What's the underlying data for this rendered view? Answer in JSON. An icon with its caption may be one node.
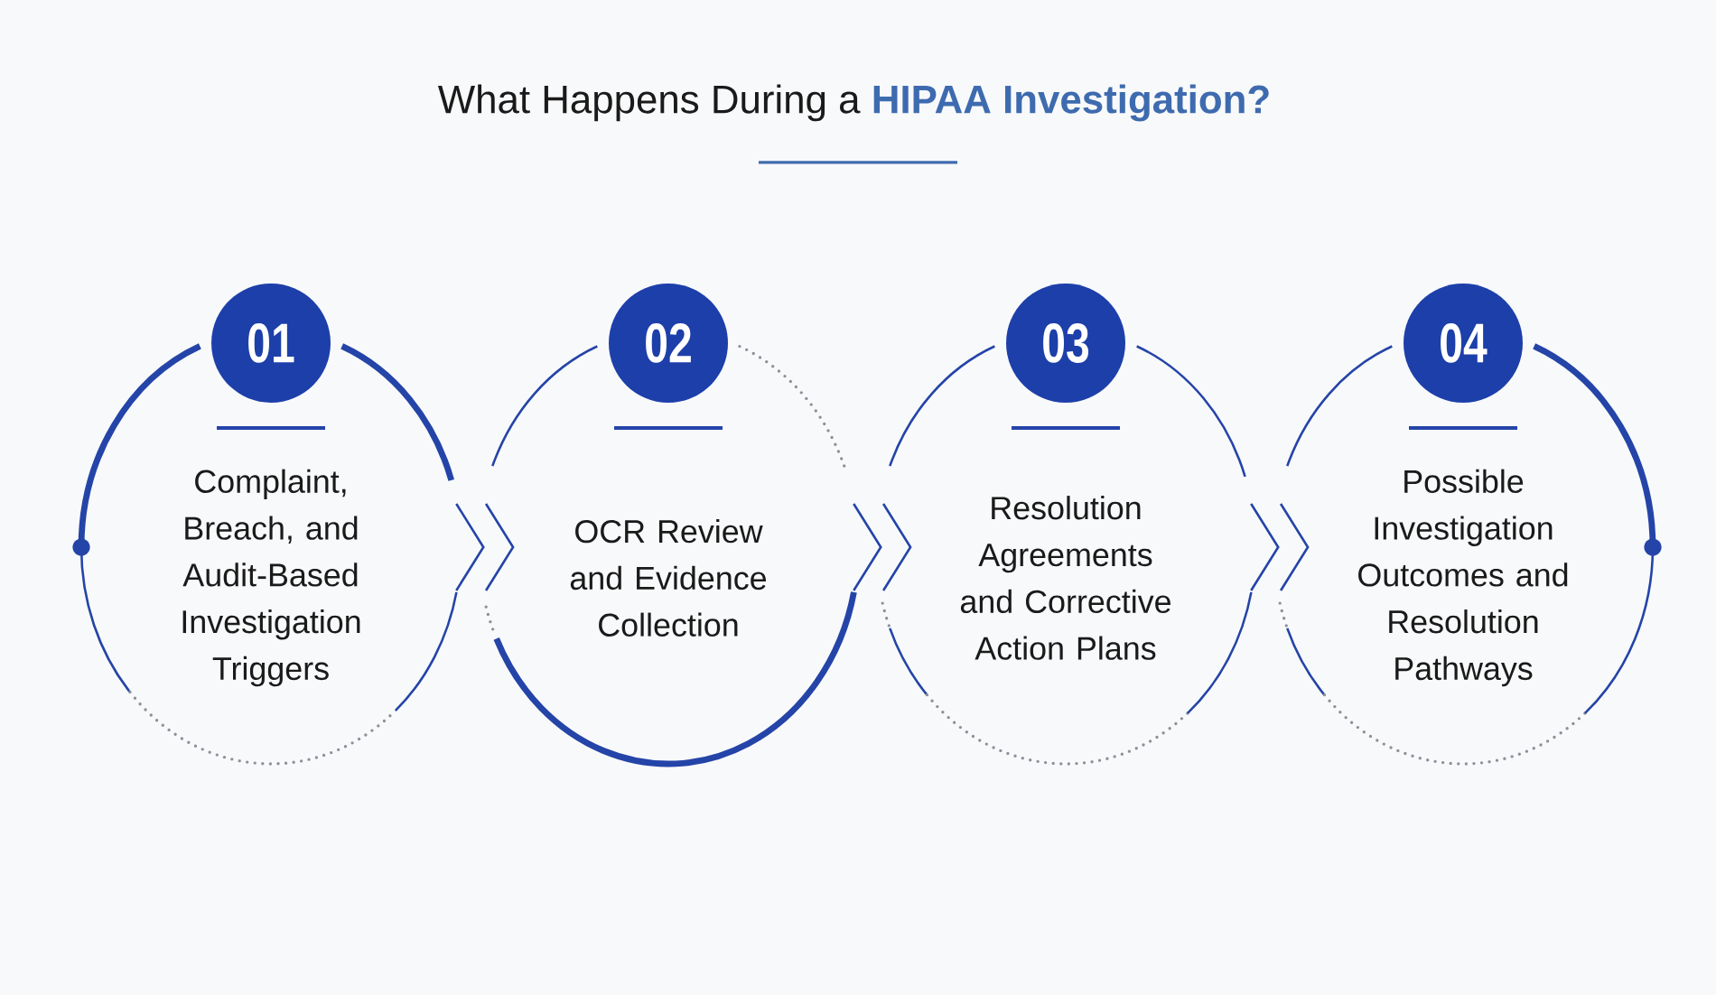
{
  "diagram": {
    "title": "What Happens During a **HIPAA Investigation?**",
    "nodes": [
      {
        "text": [
          "01",
          "Complaint, Breach, and Audit-Based Investigation Triggers"
        ]
      },
      {
        "text": [
          "02",
          "OCR Review and Evidence Collection"
        ]
      },
      {
        "text": [
          "03",
          "Resolution Agreements and Corrective Action Plans"
        ]
      },
      {
        "text": [
          "04",
          "Possible Investigation Outcomes and Resolution Pathways"
        ]
      }
    ],
    "edges": [
      {
        "from": 0,
        "to": 1,
        "arrow": "to"
      },
      {
        "from": 1,
        "to": 2,
        "arrow": "to"
      },
      {
        "from": 2,
        "to": 3,
        "arrow": "to"
      }
    ]
  }
}
